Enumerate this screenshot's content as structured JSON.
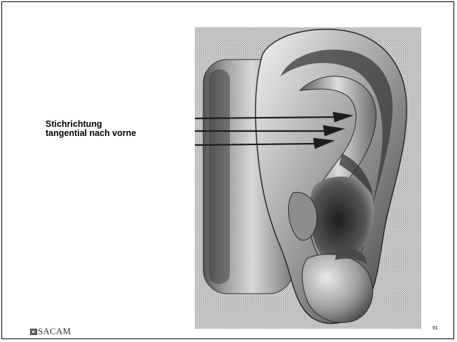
{
  "slide": {
    "annotation_lines": [
      "Stichrichtung",
      "tangential nach vorne"
    ],
    "page_number": "91",
    "logo_text": "SACAM"
  },
  "figure": {
    "icon": "ear-illustration",
    "arrow_count": 3
  }
}
